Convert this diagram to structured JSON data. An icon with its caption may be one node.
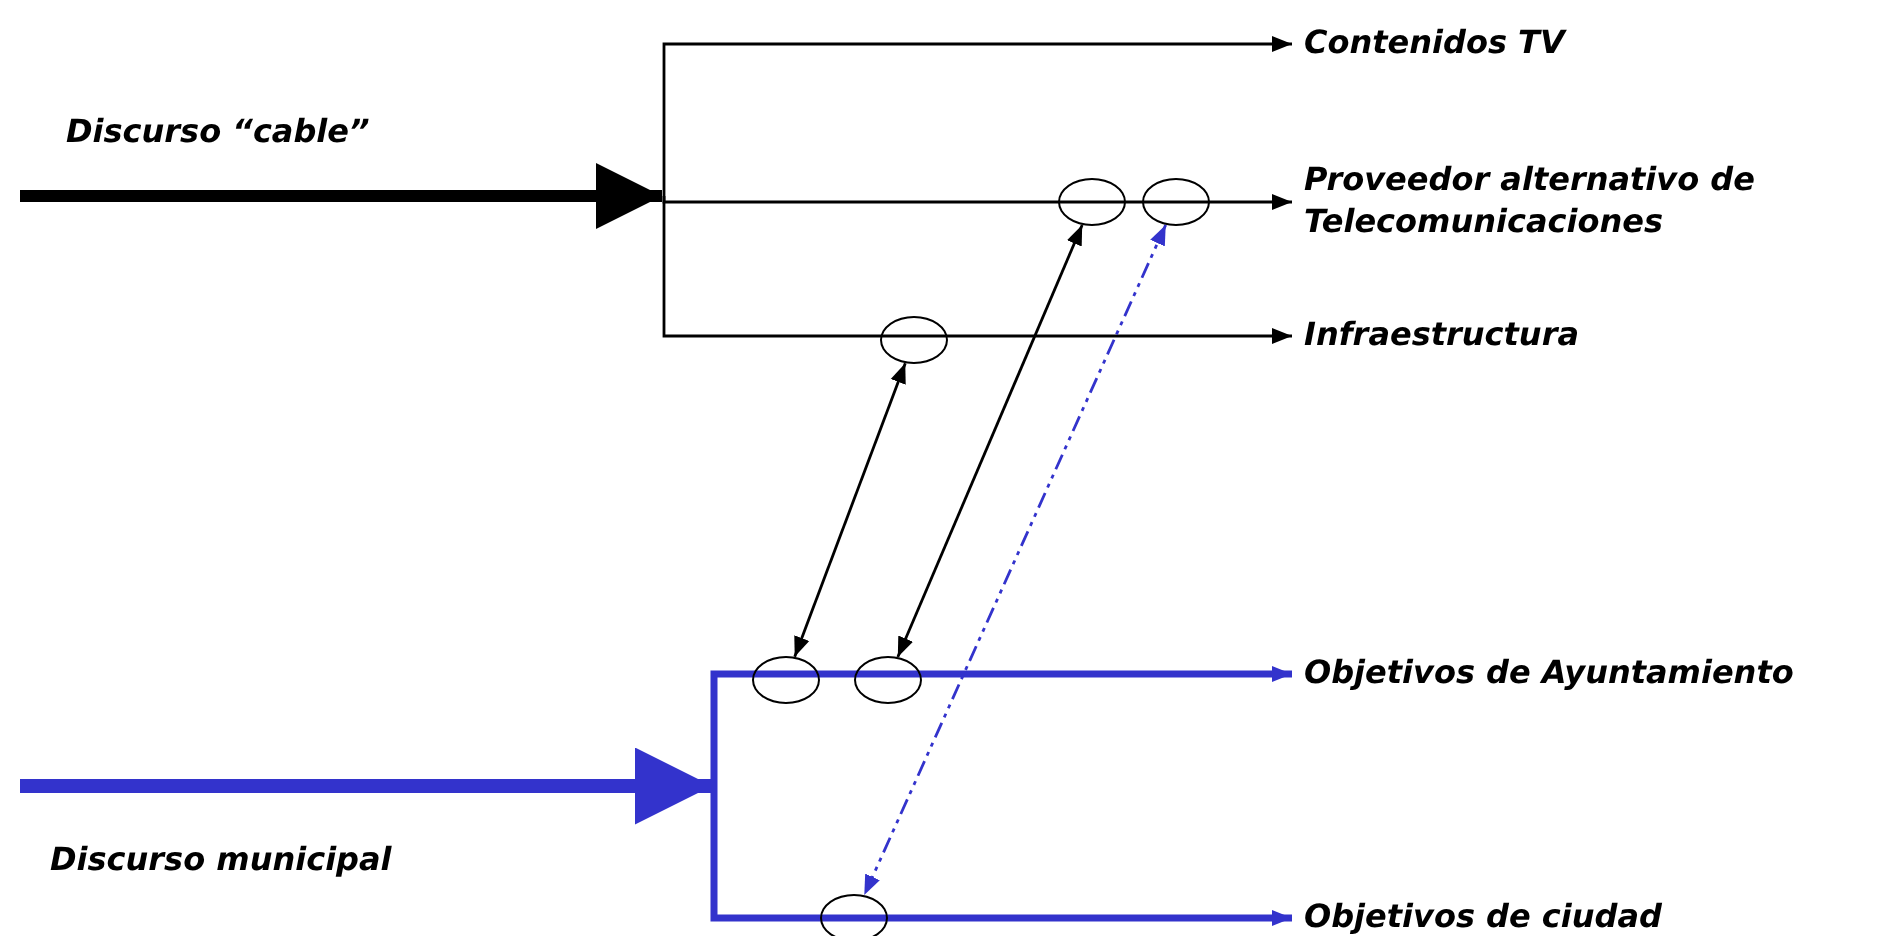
{
  "diagram": {
    "nodes": [
      {
        "text": [
          "Contenidos TV"
        ]
      },
      {
        "text": [
          "Proveedor alternativo de Telecomunicaciones"
        ]
      },
      {
        "text": [
          "Infraestructura"
        ]
      },
      {
        "text": [
          "Objetivos de Ayuntamiento"
        ]
      },
      {
        "text": [
          "Objetivos de ciudad"
        ]
      },
      {
        "text": [],
        "shape": "circle"
      },
      {
        "text": [],
        "shape": "circle"
      },
      {
        "text": [],
        "shape": "circle"
      },
      {
        "text": [],
        "shape": "circle"
      },
      {
        "text": [],
        "shape": "circle"
      },
      {
        "text": [],
        "shape": "circle"
      }
    ],
    "edges": [
      {
        "from": null,
        "to": 0,
        "arrow": "to"
      },
      {
        "from": null,
        "to": 1,
        "arrow": "to",
        "style": "thick"
      },
      {
        "from": null,
        "to": 2,
        "arrow": "to"
      },
      {
        "from": null,
        "to": 3,
        "arrow": "to",
        "style": "thick",
        "color": "#3333cc"
      },
      {
        "from": null,
        "to": 4,
        "arrow": "to",
        "style": "thick",
        "color": "#3333cc"
      },
      {
        "from": 5,
        "to": 8,
        "arrow": "both"
      },
      {
        "from": 6,
        "to": 9,
        "arrow": "both"
      },
      {
        "from": 7,
        "to": 10,
        "arrow": "both",
        "style": "dashed",
        "color": "#3333cc"
      }
    ],
    "labels": [
      "Discurso “cable”",
      "Discurso municipal"
    ]
  }
}
